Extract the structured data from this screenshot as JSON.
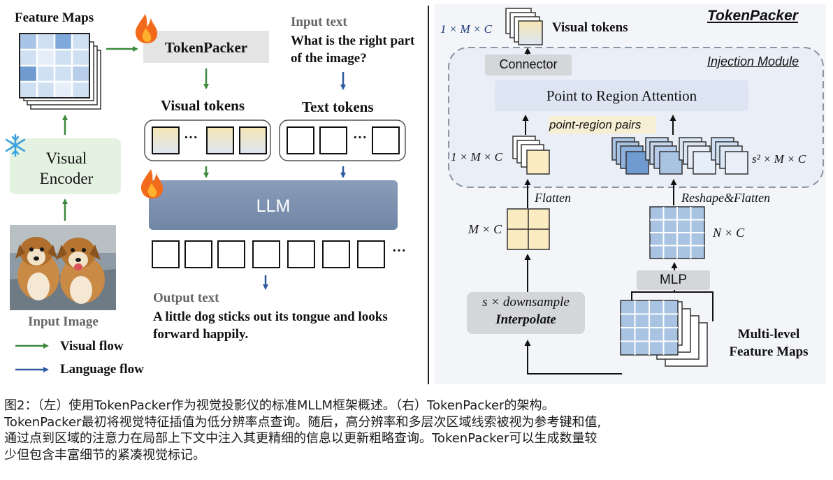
{
  "left": {
    "feature_maps_label": "Feature Maps",
    "tokenpacker_label": "TokenPacker",
    "input_text_label": "Input text",
    "input_text_question": "What is the right part of the image?",
    "visual_tokens_label": "Visual tokens",
    "text_tokens_label": "Text tokens",
    "ellipsis": "···",
    "visual_encoder_label": "Visual Encoder",
    "llm_label": "LLM",
    "input_image_label": "Input Image",
    "output_text_label": "Output text",
    "output_text_value": "A little dog sticks out its tongue and looks forward happily.",
    "legend_visual_flow": "Visual flow",
    "legend_language_flow": "Language flow",
    "fire_icon": "fire-icon",
    "snowflake_icon": "snowflake-icon"
  },
  "right": {
    "title": "TokenPacker",
    "visual_tokens_label": "Visual tokens",
    "dims_1MC_top": "1 × M × C",
    "connector_label": "Connector",
    "injection_module_label": "Injection Module",
    "point_region_attention_label": "Point to Region Attention",
    "point_region_pairs_label": "point-region pairs",
    "dims_1MC_mid": "1 × M × C",
    "dims_s2MC": "s² × M × C",
    "flatten_label": "Flatten",
    "reshape_flatten_label": "Reshape&Flatten",
    "dims_MC": "M × C",
    "dims_NC": "N × C",
    "mlp_label": "MLP",
    "downsample_label": "s × downsample",
    "interpolate_label": "Interpolate",
    "multilevel_label": "Multi-level Feature Maps"
  },
  "caption_lines": [
    "图2：（左）使用TokenPacker作为视觉投影仪的标准MLLM框架概述。（右）TokenPacker的架构。",
    "TokenPacker最初将视觉特征插值为低分辨率点查询。随后，高分辨率和多层次区域线索被视为参考键和值,",
    "通过点到区域的注意力在局部上下文中注入其更精细的信息以更新粗略查询。TokenPacker可以生成数量较",
    "少但包含丰富细节的紧凑视觉标记。"
  ],
  "colors": {
    "visual_flow": "#3e8a3e",
    "language_flow": "#2d5aa0",
    "llm_fill": "#7d91ad",
    "encoder_fill": "#e4f3e1",
    "token_fill": "#f6e7b8",
    "grid_blue": "#a9c3e2",
    "grid_dark": "#6f9bd0",
    "right_panel_bg": "#f3f5f9"
  }
}
